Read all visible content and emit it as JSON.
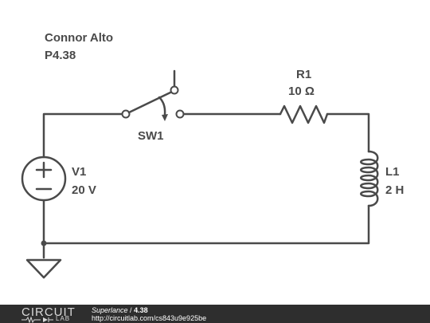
{
  "title": {
    "author": "Connor Alto",
    "problem": "P4.38"
  },
  "components": {
    "switch": {
      "label": "SW1"
    },
    "resistor": {
      "name": "R1",
      "value": "10 Ω"
    },
    "source": {
      "name": "V1",
      "value": "20 V"
    },
    "inductor": {
      "name": "L1",
      "value": "2 H"
    }
  },
  "footer": {
    "logo_word": "CIRCUIT",
    "logo_sub": "LAB",
    "author": "Superlance",
    "separator": " / ",
    "circuit_name": "4.38",
    "url": "http://circuitlab.com/cs843u9e925be"
  },
  "colors": {
    "ink": "#4a4a4a",
    "footer_bg": "#2e2e2e"
  }
}
